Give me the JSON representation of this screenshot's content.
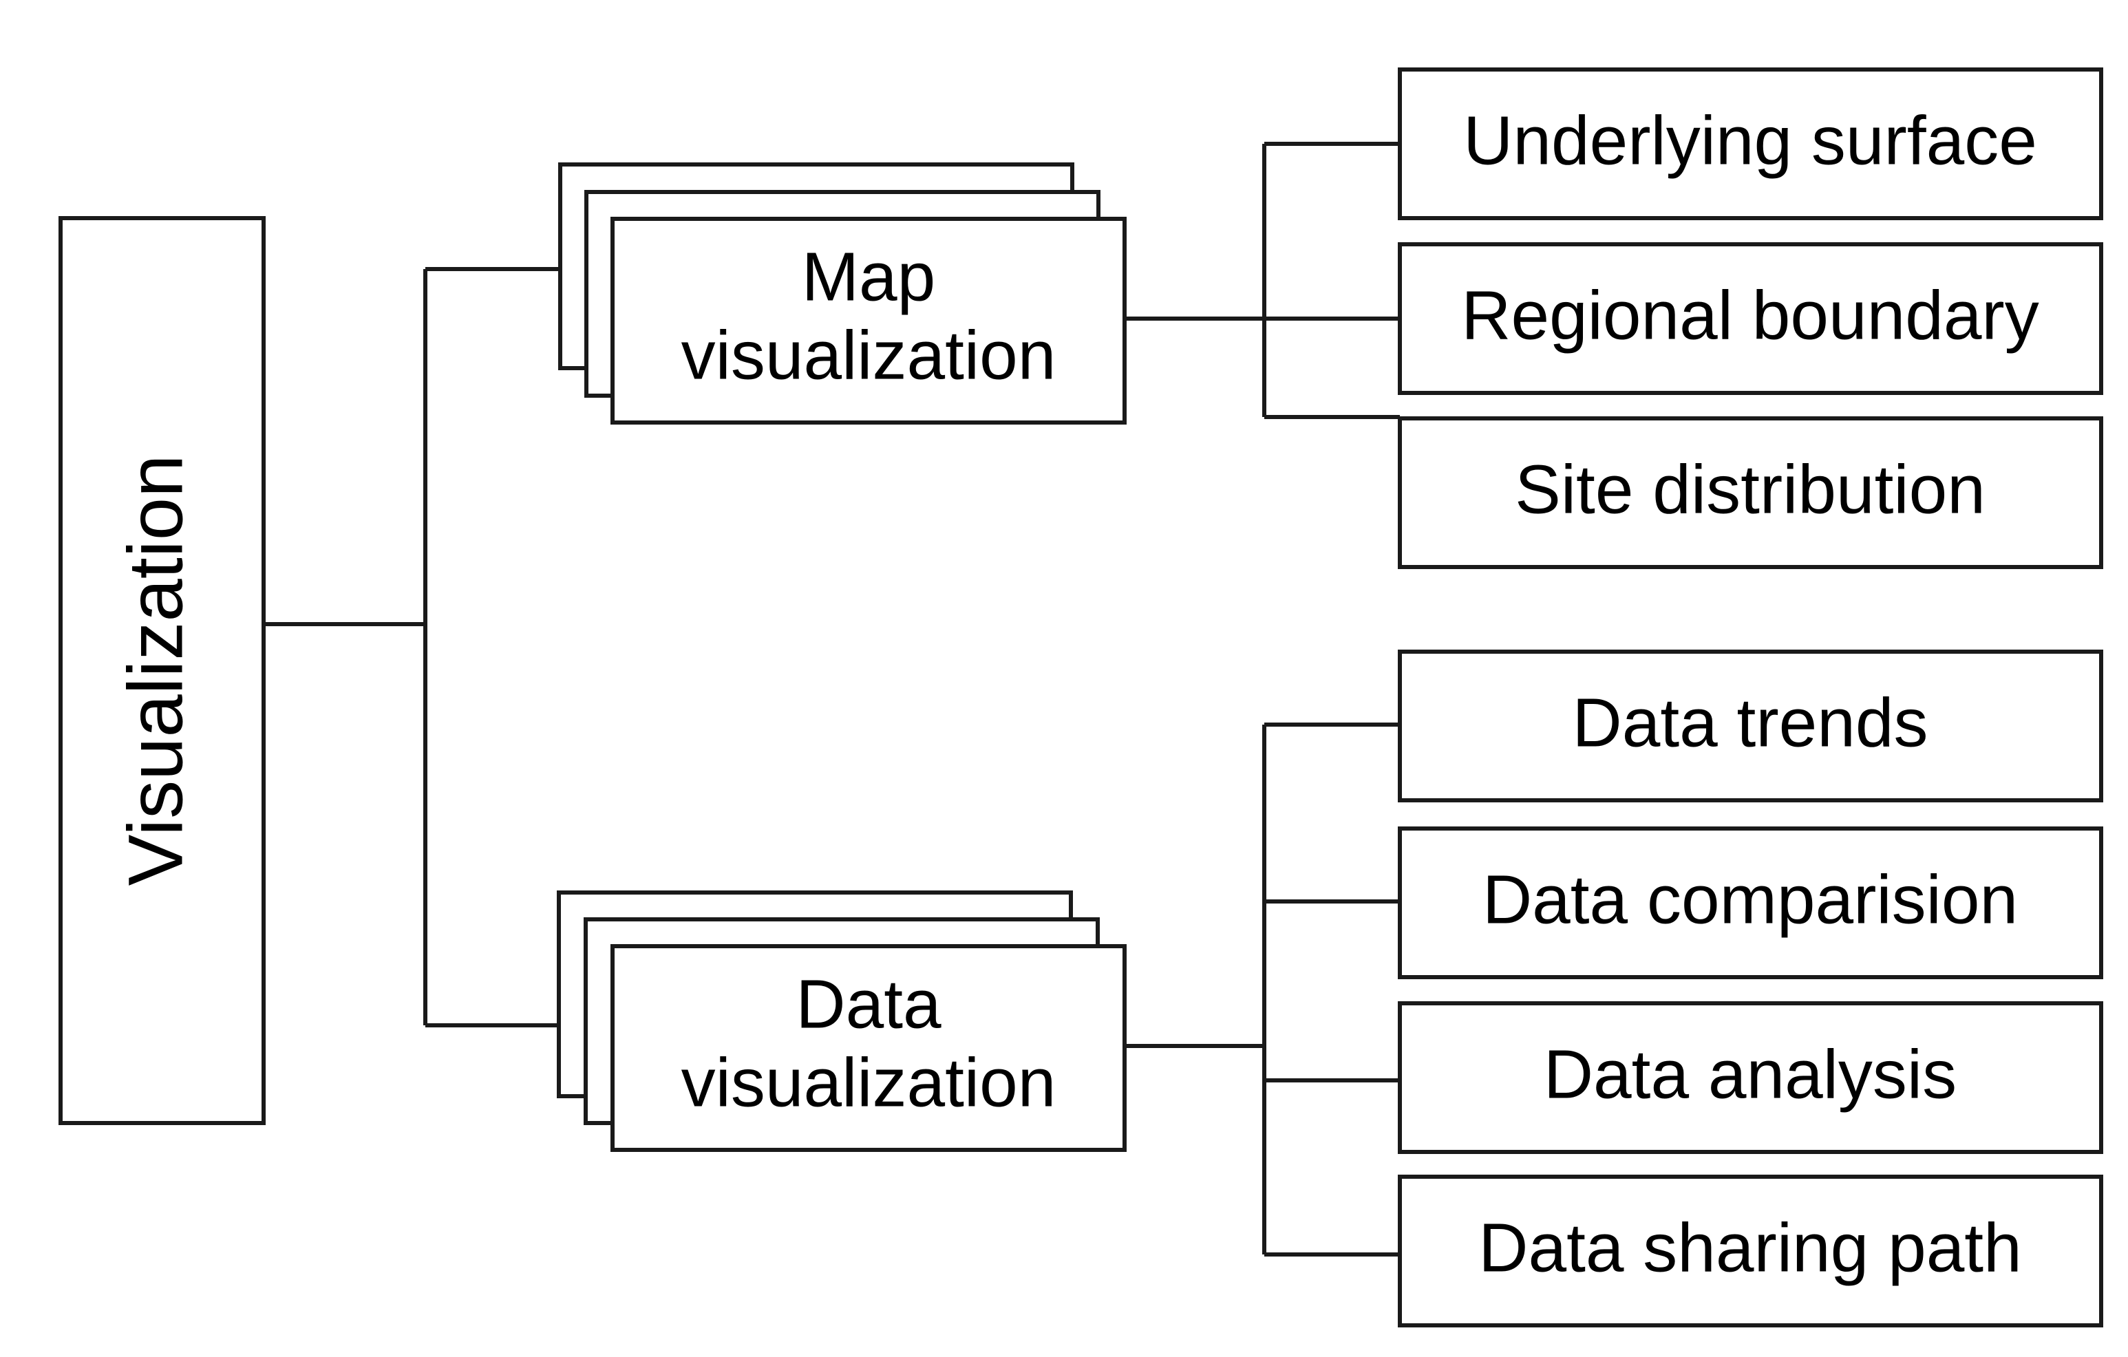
{
  "diagram": {
    "title": "Visualization",
    "type": "tree",
    "root": {
      "label": "Visualization",
      "orientation": "vertical-text"
    },
    "branches": [
      {
        "label_line1": "Map",
        "label_line2": "visualization",
        "stacked": true,
        "stack_layers": 3,
        "children": [
          {
            "label": "Underlying surface"
          },
          {
            "label": "Regional boundary"
          },
          {
            "label": "Site distribution"
          }
        ]
      },
      {
        "label_line1": "Data",
        "label_line2": "visualization",
        "stacked": true,
        "stack_layers": 3,
        "children": [
          {
            "label": "Data trends"
          },
          {
            "label": "Data comparision"
          },
          {
            "label": "Data analysis"
          },
          {
            "label": "Data sharing path"
          }
        ]
      }
    ],
    "colors": {
      "background": "#ffffff",
      "stroke": "#1a1a1a",
      "fill": "#ffffff",
      "text": "#000000"
    }
  }
}
